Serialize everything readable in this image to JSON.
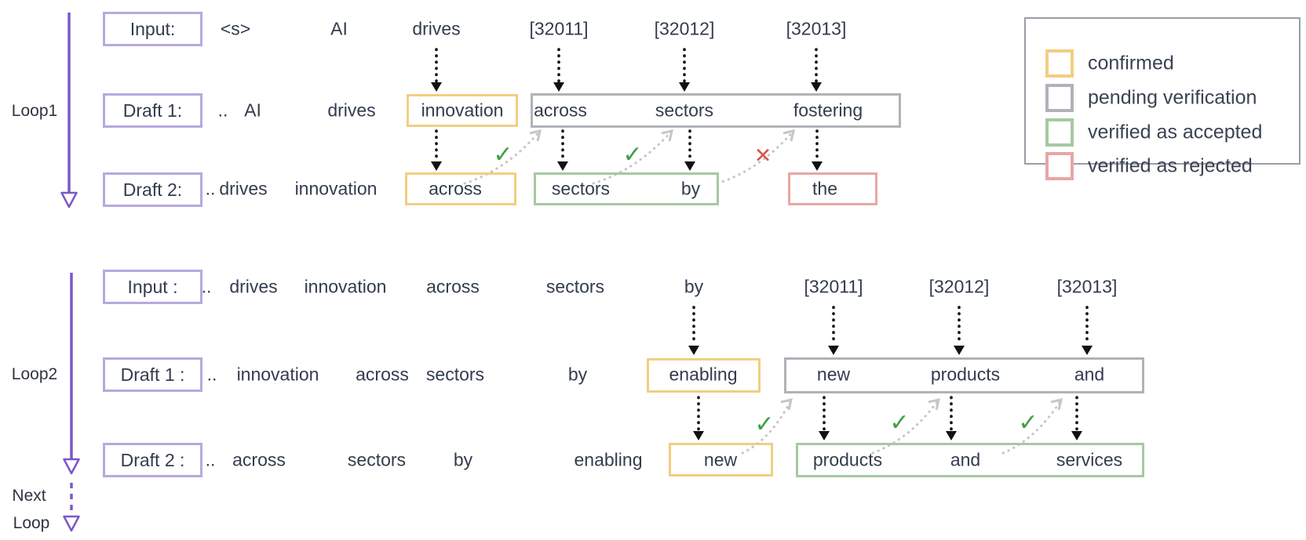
{
  "colors": {
    "confirmed": "#F2CE82",
    "pending": "#AFB3B8",
    "accepted": "#A6C9A1",
    "rejected": "#E8A6A6",
    "purple": "#7B58C8",
    "purple_light": "#B7A8DF",
    "text": "#333C4E",
    "check": "#3E9E45",
    "cross": "#D9534F",
    "diag": "#C6C6C6",
    "arrow_black": "#111111"
  },
  "legend": {
    "items": [
      {
        "type": "confirmed",
        "label": "confirmed"
      },
      {
        "type": "pending",
        "label": "pending verification"
      },
      {
        "type": "accepted",
        "label": "verified as accepted"
      },
      {
        "type": "rejected",
        "label": "verified as rejected"
      }
    ]
  },
  "marks": {
    "check": "✓",
    "cross": "✕"
  },
  "next_loop": {
    "line1": "Next",
    "line2": "Loop"
  },
  "loops": [
    {
      "name": "Loop1",
      "rows": [
        {
          "label": "Input:",
          "tokens": [
            "<s>",
            "AI",
            "drives",
            "[32011]",
            "[32012]",
            "[32013]"
          ]
        },
        {
          "label": "Draft 1:",
          "tokens": [
            "..",
            "AI",
            "drives",
            "innovation",
            "across",
            "sectors",
            "fostering"
          ]
        },
        {
          "label": "Draft 2:",
          "tokens": [
            "..",
            "drives",
            "innovation",
            "across",
            "sectors",
            "by",
            "the"
          ]
        }
      ]
    },
    {
      "name": "Loop2",
      "rows": [
        {
          "label": "Input :",
          "tokens": [
            "..",
            "drives",
            "innovation",
            "across",
            "sectors",
            "by",
            "[32011]",
            "[32012]",
            "[32013]"
          ]
        },
        {
          "label": "Draft 1 :",
          "tokens": [
            "..",
            "innovation",
            "across",
            "sectors",
            "by",
            "enabling",
            "new",
            "products",
            "and"
          ]
        },
        {
          "label": "Draft 2 :",
          "tokens": [
            "..",
            "across",
            "sectors",
            "by",
            "enabling",
            "new",
            "products",
            "and",
            "services"
          ]
        }
      ]
    }
  ]
}
